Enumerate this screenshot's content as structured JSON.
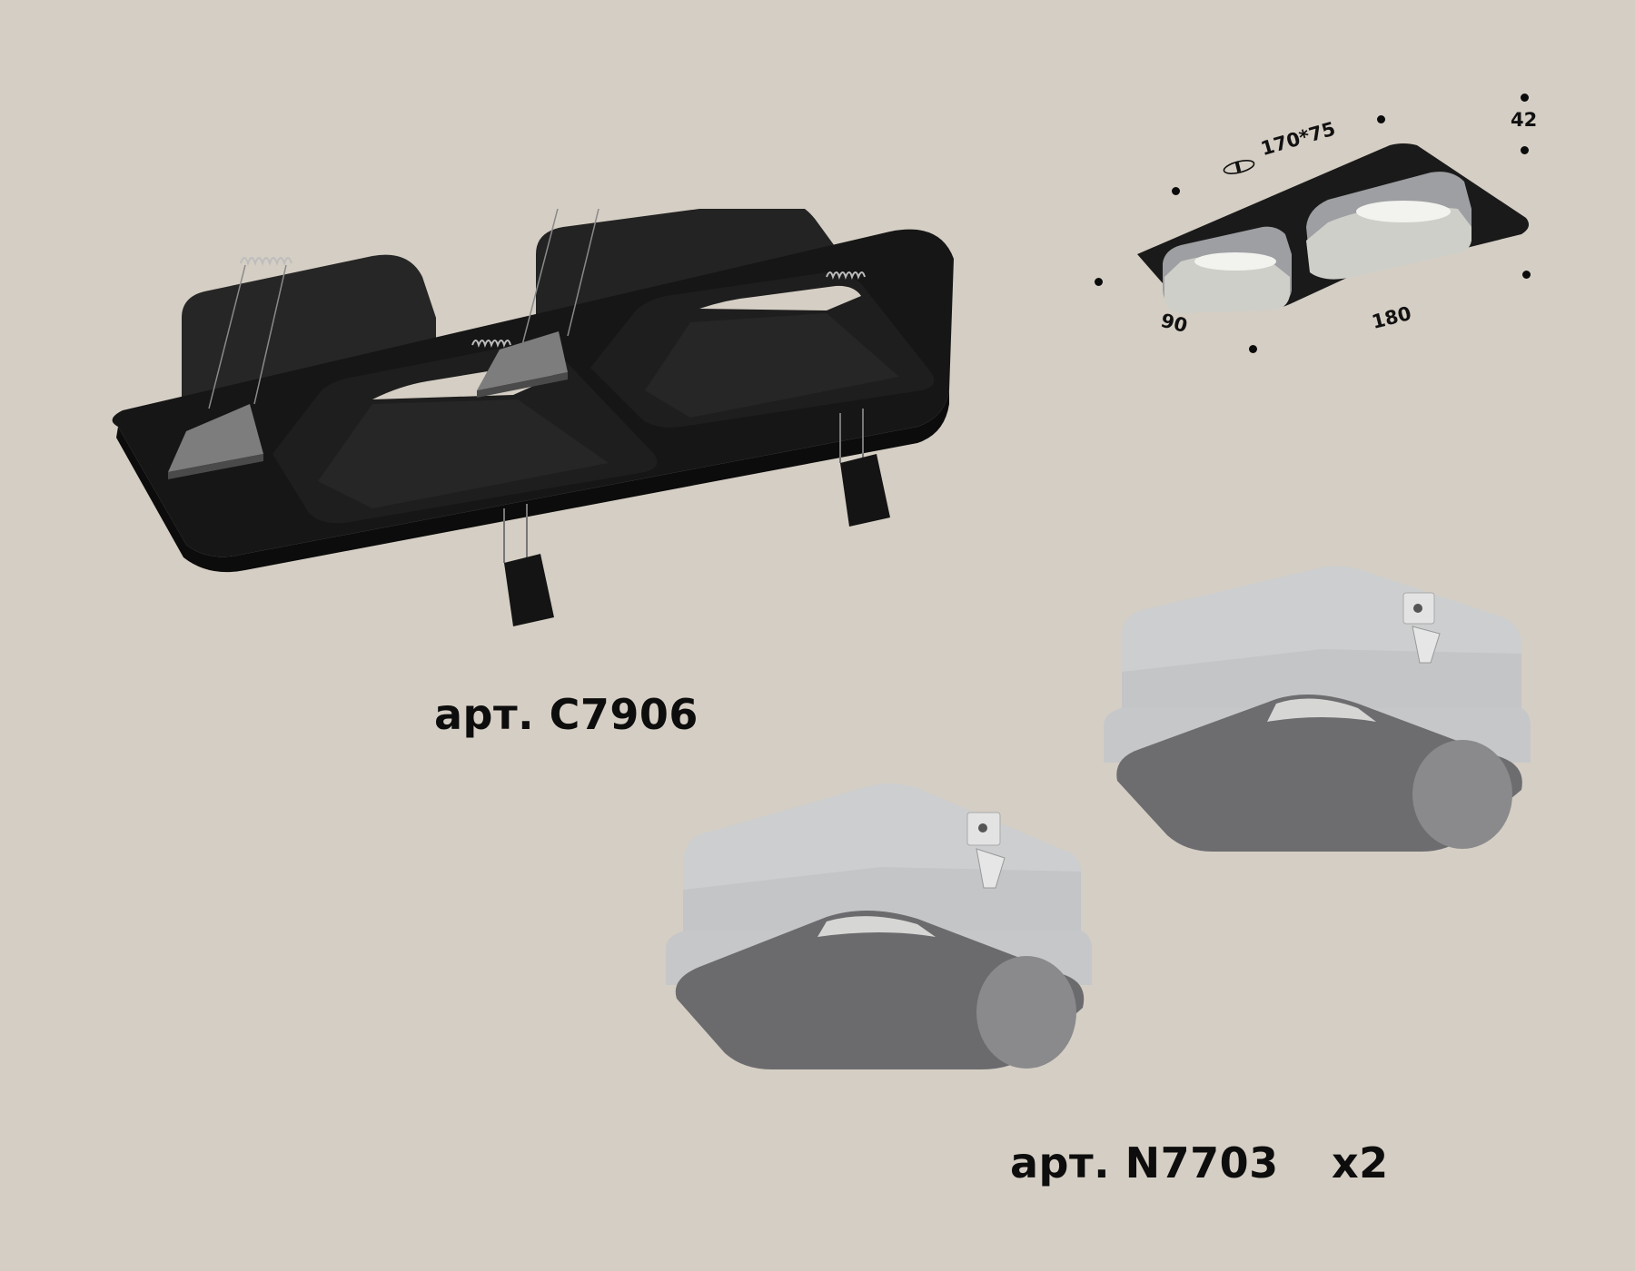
{
  "page": {
    "background_color": "#d5cec4"
  },
  "products": [
    {
      "id": "frame",
      "article_label": "арт. C7906",
      "description_color": "#1a1a1a",
      "quantity_label": ""
    },
    {
      "id": "housing",
      "article_label": "арт. N7703",
      "quantity_label": "x2",
      "description_color": "#c8c9cb"
    }
  ],
  "dimensions": {
    "cutout_icon": "cutout-icon",
    "cutout": "170*75",
    "height": "42",
    "width": "90",
    "length": "180"
  },
  "colors": {
    "frame_black": "#1c1c1c",
    "housing_silver": "#cbcccd",
    "reflector_chrome": "#6e6e70",
    "text": "#0d0d0d"
  }
}
